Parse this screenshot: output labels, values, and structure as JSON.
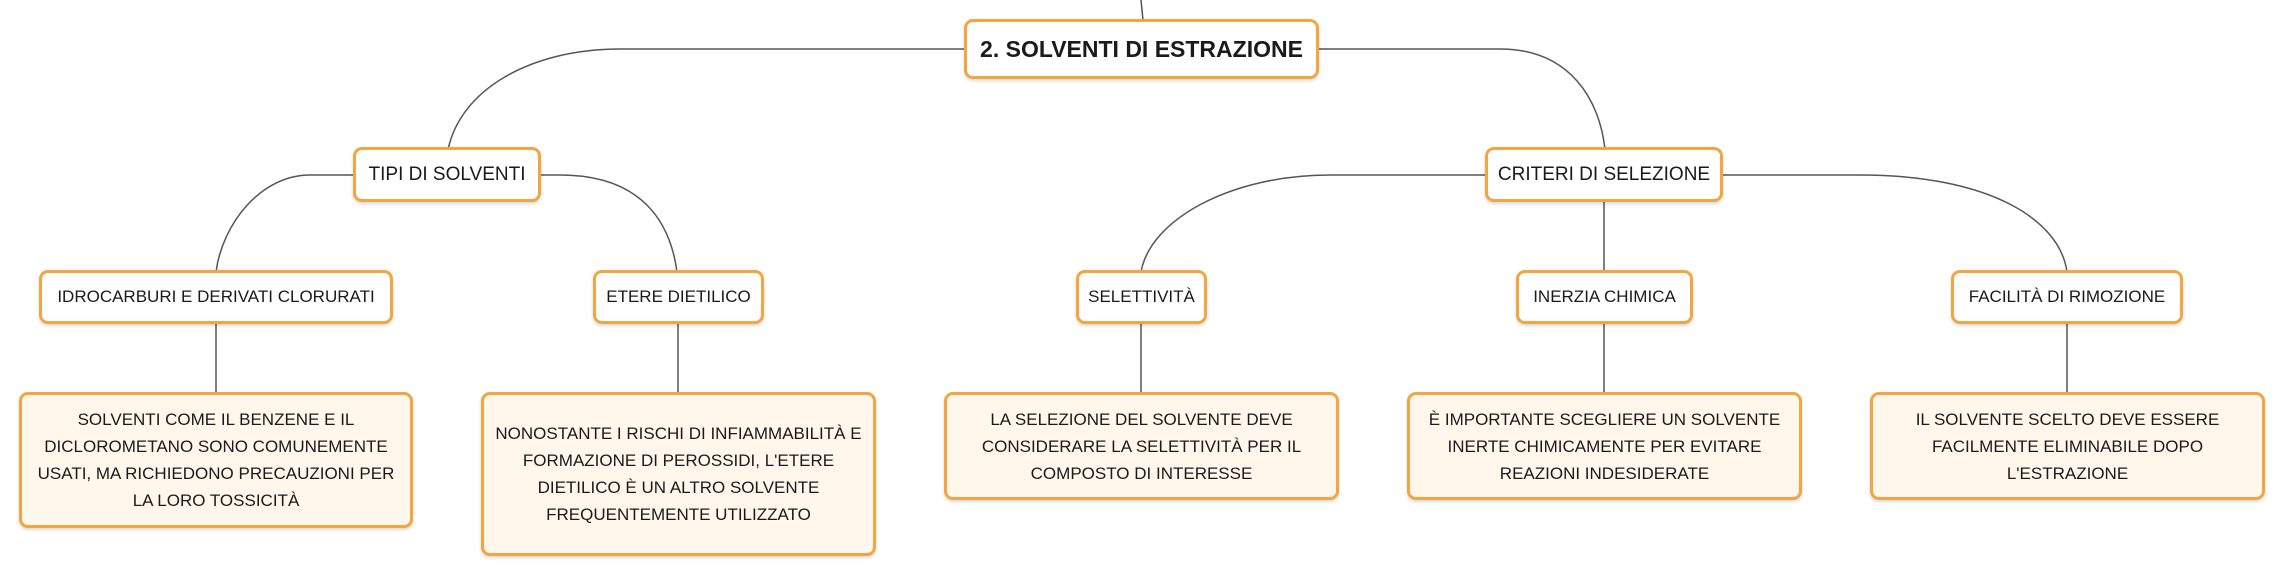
{
  "colors": {
    "node_border": "#f2a541",
    "desc_fill": "#fff6ec",
    "connector": "#555555"
  },
  "root": {
    "title": "2. SOLVENTI DI ESTRAZIONE"
  },
  "branches": [
    {
      "label": "TIPI DI SOLVENTI",
      "children": [
        {
          "label": "IDROCARBURI E DERIVATI CLORURATI",
          "detail": "SOLVENTI COME IL BENZENE E IL DICLOROMETANO SONO COMUNEMENTE USATI, MA RICHIEDONO PRECAUZIONI PER LA LORO TOSSICITÀ"
        },
        {
          "label": "ETERE DIETILICO",
          "detail": "NONOSTANTE I RISCHI DI INFIAMMABILITÀ E FORMAZIONE DI PEROSSIDI, L'ETERE DIETILICO È UN ALTRO SOLVENTE FREQUENTEMENTE UTILIZZATO"
        }
      ]
    },
    {
      "label": "CRITERI DI SELEZIONE",
      "children": [
        {
          "label": "SELETTIVITÀ",
          "detail": "LA SELEZIONE DEL SOLVENTE DEVE CONSIDERARE LA SELETTIVITÀ PER IL COMPOSTO DI INTERESSE"
        },
        {
          "label": "INERZIA CHIMICA",
          "detail": "È IMPORTANTE SCEGLIERE UN SOLVENTE INERTE CHIMICAMENTE PER EVITARE REAZIONI INDESIDERATE"
        },
        {
          "label": "FACILITÀ DI RIMOZIONE",
          "detail": "IL SOLVENTE SCELTO DEVE ESSERE FACILMENTE ELIMINABILE DOPO L'ESTRAZIONE"
        }
      ]
    }
  ]
}
